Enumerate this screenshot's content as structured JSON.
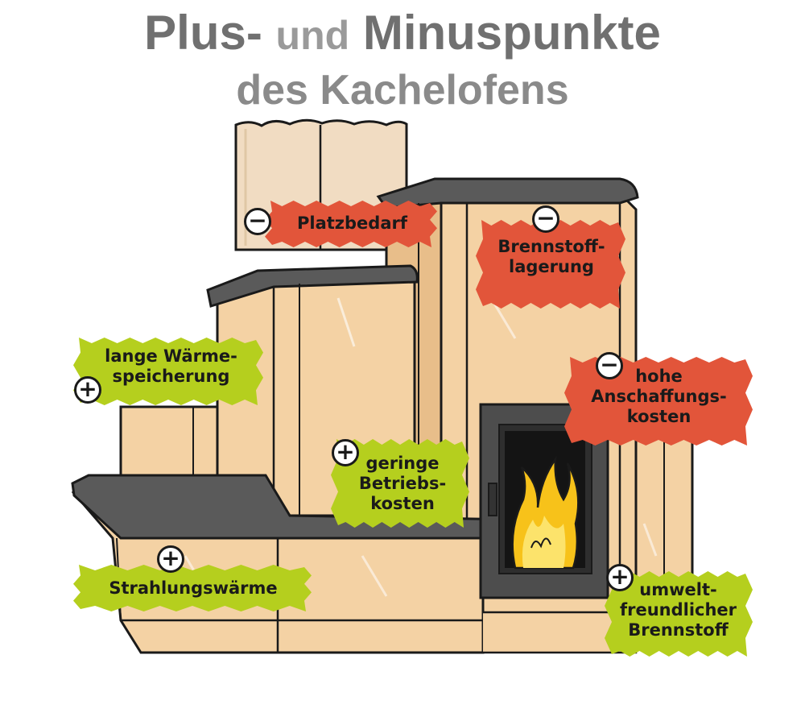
{
  "title": {
    "part1": "Plus-",
    "part2": "und",
    "part3": "Minuspunkte",
    "line2": "des Kachelofens"
  },
  "colors": {
    "minus_badge": "#e2553a",
    "plus_badge": "#b5cf1e",
    "tile": "#f4d2a4",
    "tile_shadow": "#e3b884",
    "top_slab": "#5a5a5a",
    "chimney": "#f1dcc2"
  },
  "points": [
    {
      "type": "minus",
      "sign": "−",
      "lines": [
        "Platzbedarf"
      ]
    },
    {
      "type": "minus",
      "sign": "−",
      "lines": [
        "Brennstoff-",
        "lagerung"
      ]
    },
    {
      "type": "plus",
      "sign": "+",
      "lines": [
        "lange Wärme-",
        "speicherung"
      ]
    },
    {
      "type": "minus",
      "sign": "−",
      "lines": [
        "hohe",
        "Anschaffungs-",
        "kosten"
      ]
    },
    {
      "type": "plus",
      "sign": "+",
      "lines": [
        "geringe",
        "Betriebs-",
        "kosten"
      ]
    },
    {
      "type": "plus",
      "sign": "+",
      "lines": [
        "Strahlungswärme"
      ]
    },
    {
      "type": "plus",
      "sign": "+",
      "lines": [
        "umwelt-",
        "freundlicher",
        "Brennstoff"
      ]
    }
  ]
}
